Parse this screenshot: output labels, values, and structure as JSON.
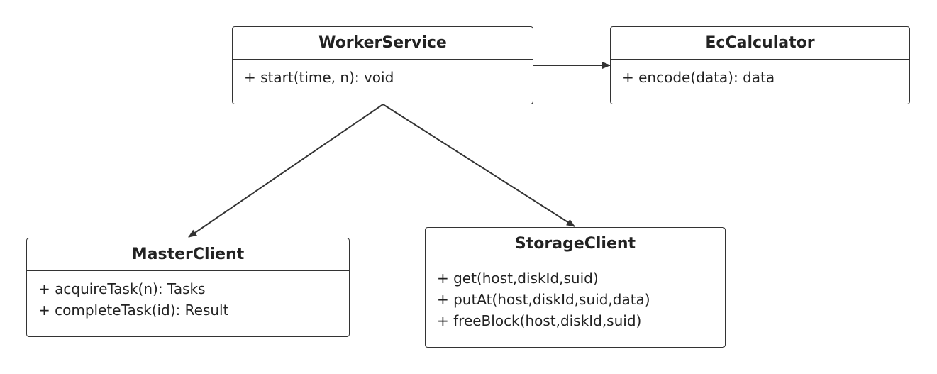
{
  "classes": {
    "worker_service": {
      "name": "WorkerService",
      "members": [
        "+ start(time, n): void"
      ]
    },
    "ec_calculator": {
      "name": "EcCalculator",
      "members": [
        "+ encode(data): data"
      ]
    },
    "master_client": {
      "name": "MasterClient",
      "members": [
        "+ acquireTask(n): Tasks",
        "+ completeTask(id): Result"
      ]
    },
    "storage_client": {
      "name": "StorageClient",
      "members": [
        "+ get(host,diskId,suid)",
        "+ putAt(host,diskId,suid,data)",
        "+ freeBlock(host,diskId,suid)"
      ]
    }
  },
  "relations": [
    {
      "from": "WorkerService",
      "to": "EcCalculator"
    },
    {
      "from": "WorkerService",
      "to": "MasterClient"
    },
    {
      "from": "WorkerService",
      "to": "StorageClient"
    }
  ]
}
